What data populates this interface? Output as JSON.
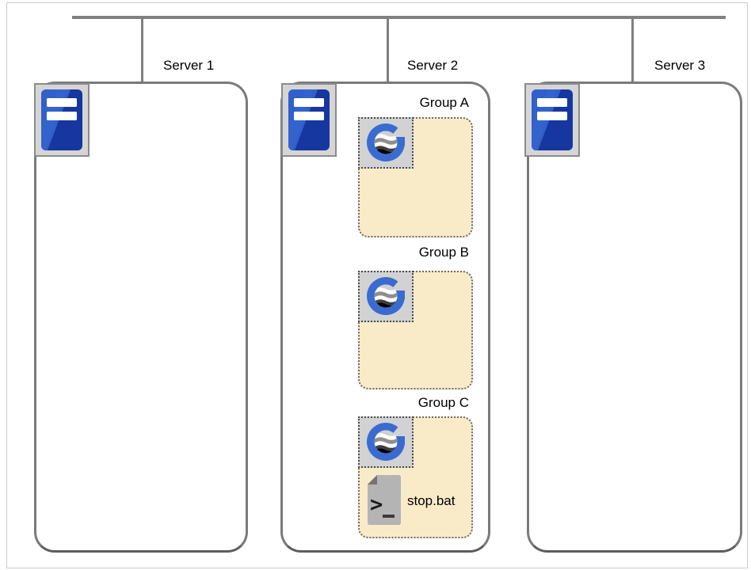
{
  "servers": [
    {
      "label": "Server 1"
    },
    {
      "label": "Server 2"
    },
    {
      "label": "Server 3"
    }
  ],
  "groups": [
    {
      "label": "Group A"
    },
    {
      "label": "Group B"
    },
    {
      "label": "Group C"
    }
  ],
  "files": {
    "stop_bat": "stop.bat"
  },
  "icons": {
    "server": "server-tower-icon",
    "group": "sync-globe-g-icon",
    "batch": "terminal-file-icon"
  },
  "colors": {
    "line_gray": "#808080",
    "box_border": "#7a7a7a",
    "group_fill": "#FAEBC8",
    "group_border": "#6a6a6a",
    "icon_square_bg": "#d2d2d2",
    "logo_blue": "#3a6bd0",
    "tower_blue_dark": "#16379f",
    "tower_blue_light": "#3160ca"
  }
}
